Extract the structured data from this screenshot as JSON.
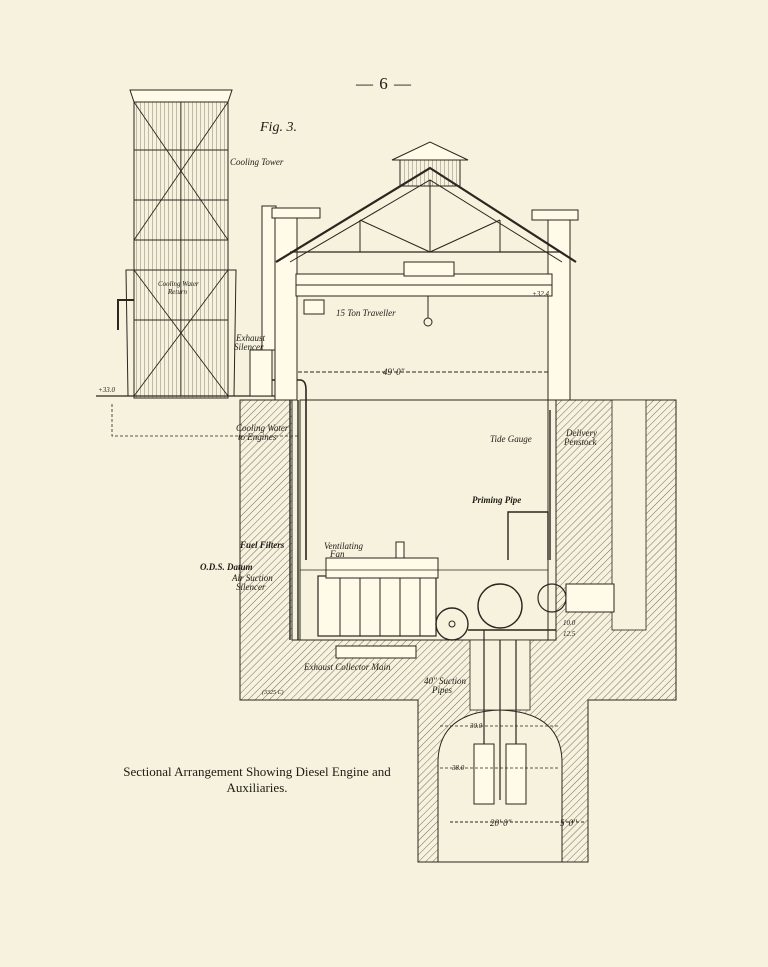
{
  "page": {
    "number": "— 6 —",
    "figure": "Fig. 3."
  },
  "caption": "Sectional Arrangement Showing Diesel Engine and Auxiliaries.",
  "labels": {
    "cooling_tower": "Cooling Tower",
    "cooling_water_return_1": "Cooling Water",
    "cooling_water_return_2": "Return",
    "exhaust_silencer_1": "Exhaust",
    "exhaust_silencer_2": "Silencer",
    "cooling_water_engines_1": "Cooling Water",
    "cooling_water_engines_2": "to Engines",
    "traveller": "15 Ton Traveller",
    "span": "49' 0\"",
    "tide_gauge": "Tide Gauge",
    "delivery_penstock_1": "Delivery",
    "delivery_penstock_2": "Penstock",
    "priming_pipe": "Priming Pipe",
    "fuel_filters": "Fuel Filters",
    "ventilating_fan_1": "Ventilating",
    "ventilating_fan_2": "Fan",
    "ods_datum": "O.D.S. Datum",
    "air_suction_silencer_1": "Air Suction",
    "air_suction_silencer_2": "Silencer",
    "exhaust_collector": "Exhaust Collector Main",
    "suction_pipes_1": "40\" Suction",
    "suction_pipes_2": "Pipes",
    "level_33": "+33.0",
    "level_324": "+32.4",
    "level_100": "10.0",
    "level_125": "12.5",
    "level_300": "30.0",
    "level_380": "38.0",
    "width_20": "20' 0\"",
    "width_5": "5' 0\"",
    "drawing_ref": "(3325 C)"
  }
}
